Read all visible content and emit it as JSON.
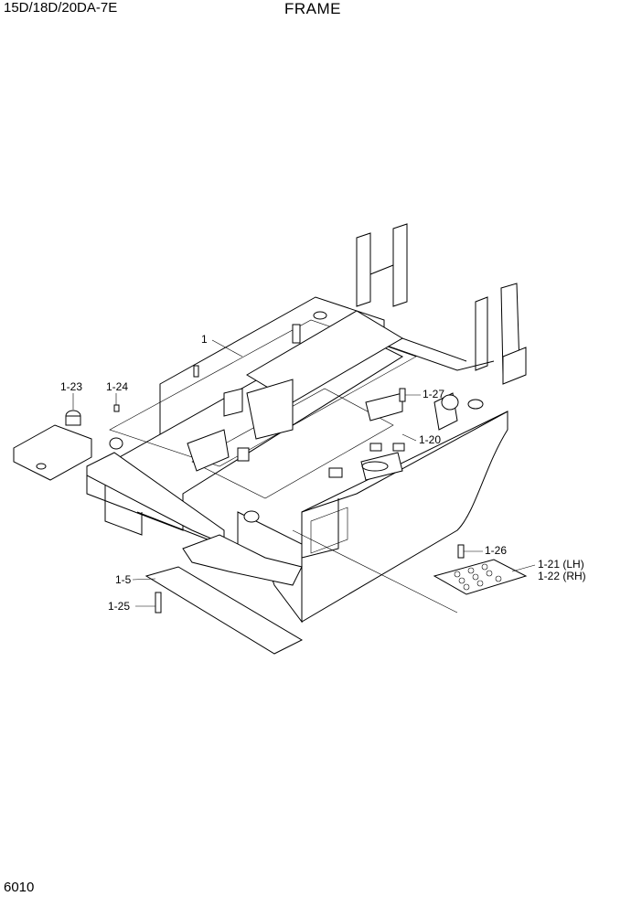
{
  "header": {
    "model": "15D/18D/20DA-7E",
    "title": "FRAME"
  },
  "footer": {
    "page_number": "6010"
  },
  "callouts": [
    {
      "id": "c1",
      "text": "1"
    },
    {
      "id": "c123",
      "text": "1-23"
    },
    {
      "id": "c124",
      "text": "1-24"
    },
    {
      "id": "c127",
      "text": "1-27"
    },
    {
      "id": "c120",
      "text": "1-20"
    },
    {
      "id": "c126",
      "text": "1-26"
    },
    {
      "id": "c121",
      "text": "1-21 (LH)"
    },
    {
      "id": "c122",
      "text": "1-22 (RH)"
    },
    {
      "id": "c15",
      "text": "1-5"
    },
    {
      "id": "c125",
      "text": "1-25"
    }
  ]
}
